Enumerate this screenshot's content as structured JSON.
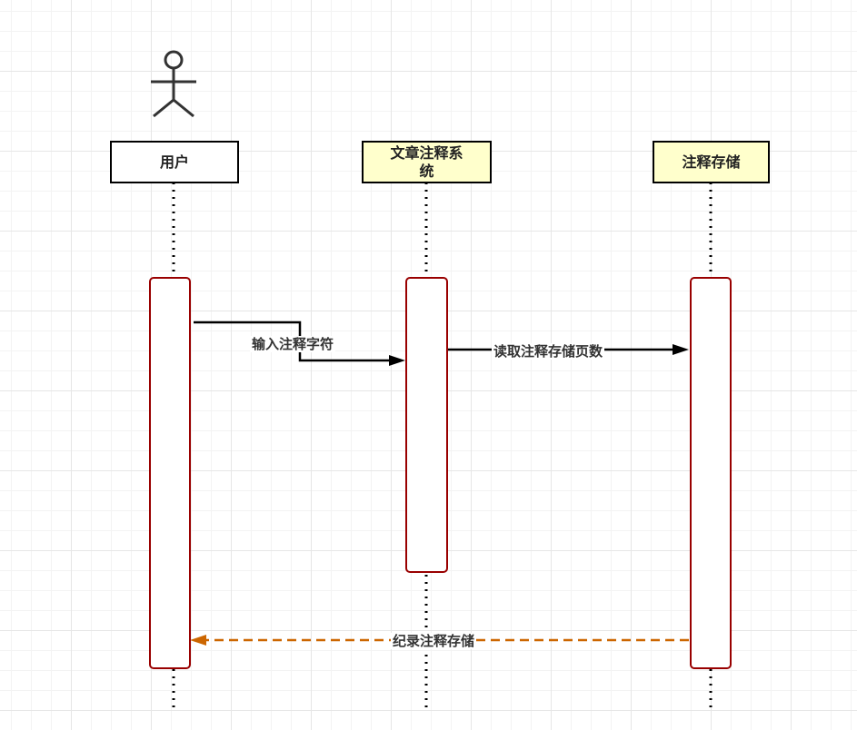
{
  "participants": {
    "user": {
      "label": "用户",
      "icon": "actor-stick-figure-icon"
    },
    "system": {
      "label": "文章注释系\n统"
    },
    "storage": {
      "label": "注释存储"
    }
  },
  "messages": [
    {
      "label": "输入注释字符",
      "from": "user",
      "to": "system",
      "style": "solid",
      "color": "#000000"
    },
    {
      "label": "读取注释存储页数",
      "from": "system",
      "to": "storage",
      "style": "solid",
      "color": "#000000"
    },
    {
      "label": "纪录注释存储",
      "from": "storage",
      "to": "user",
      "style": "dashed",
      "color": "#cc6600"
    }
  ],
  "colors": {
    "activation_border": "#990000",
    "participant_yellow": "#ffffcc",
    "return_arrow": "#cc6600"
  }
}
